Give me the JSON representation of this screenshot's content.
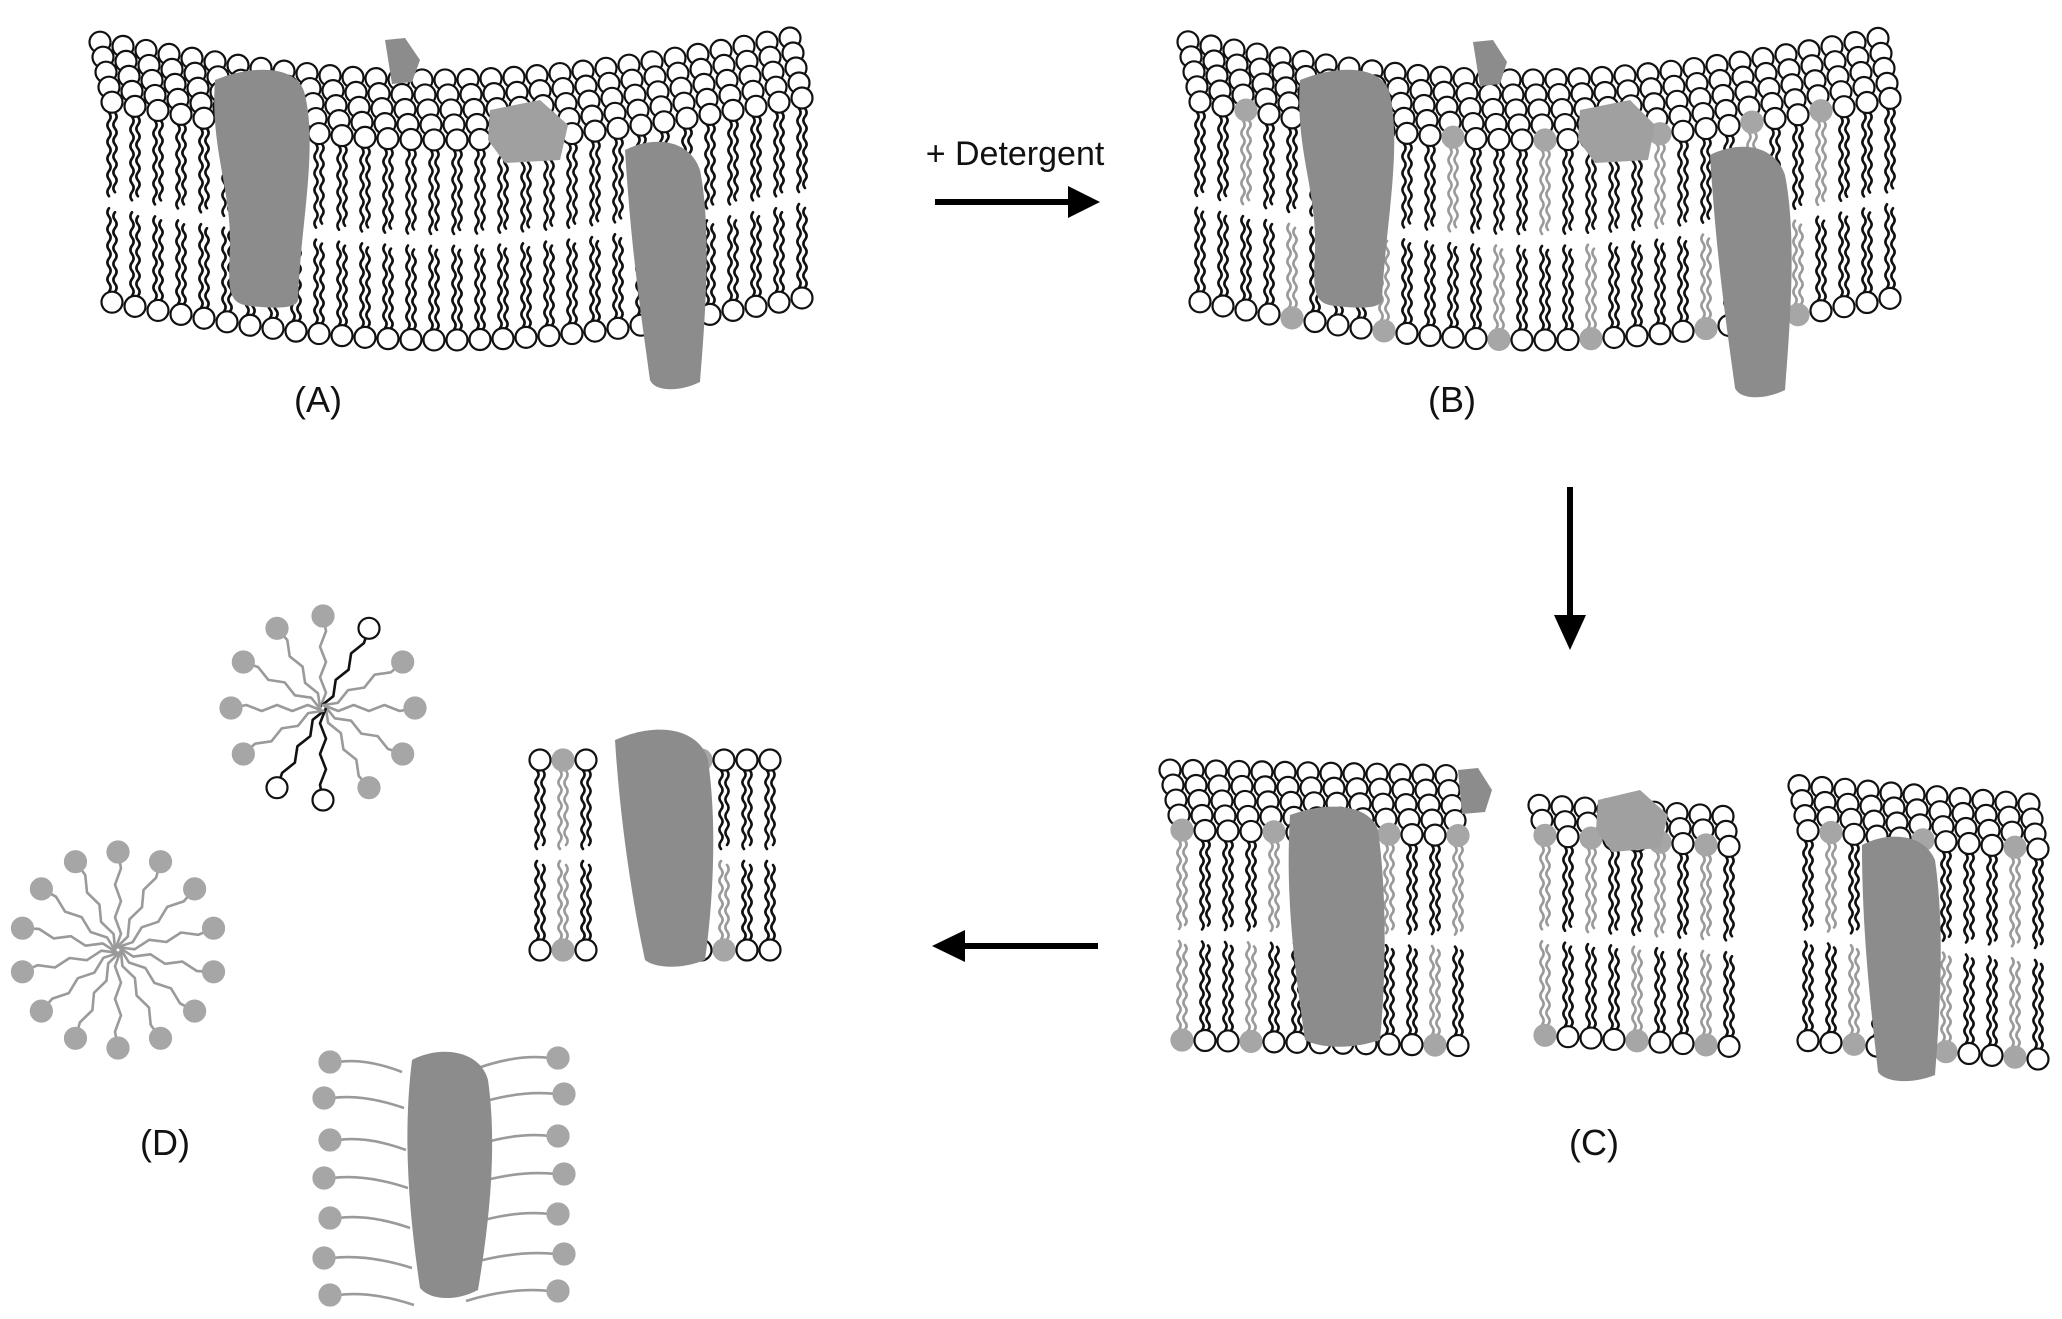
{
  "figure": {
    "panels": {
      "a": {
        "label": "(A)"
      },
      "b": {
        "label": "(B)"
      },
      "c": {
        "label": "(C)"
      },
      "d": {
        "label": "(D)"
      }
    },
    "arrows": {
      "a_to_b": {
        "label": "+ Detergent"
      }
    }
  },
  "colors": {
    "background": "#ffffff",
    "lipid_head_fill": "#ffffff",
    "lipid_outline": "#111111",
    "detergent": "#a6a6a6",
    "detergent_tail": "#9a9a9a",
    "protein": "#8c8c8c",
    "peripheral_protein": "#a0a0a0",
    "arrow": "#000000"
  },
  "icons": {
    "phospholipid": "phospholipid-icon",
    "detergent": "detergent-molecule-icon",
    "membrane_protein": "membrane-protein-icon"
  }
}
